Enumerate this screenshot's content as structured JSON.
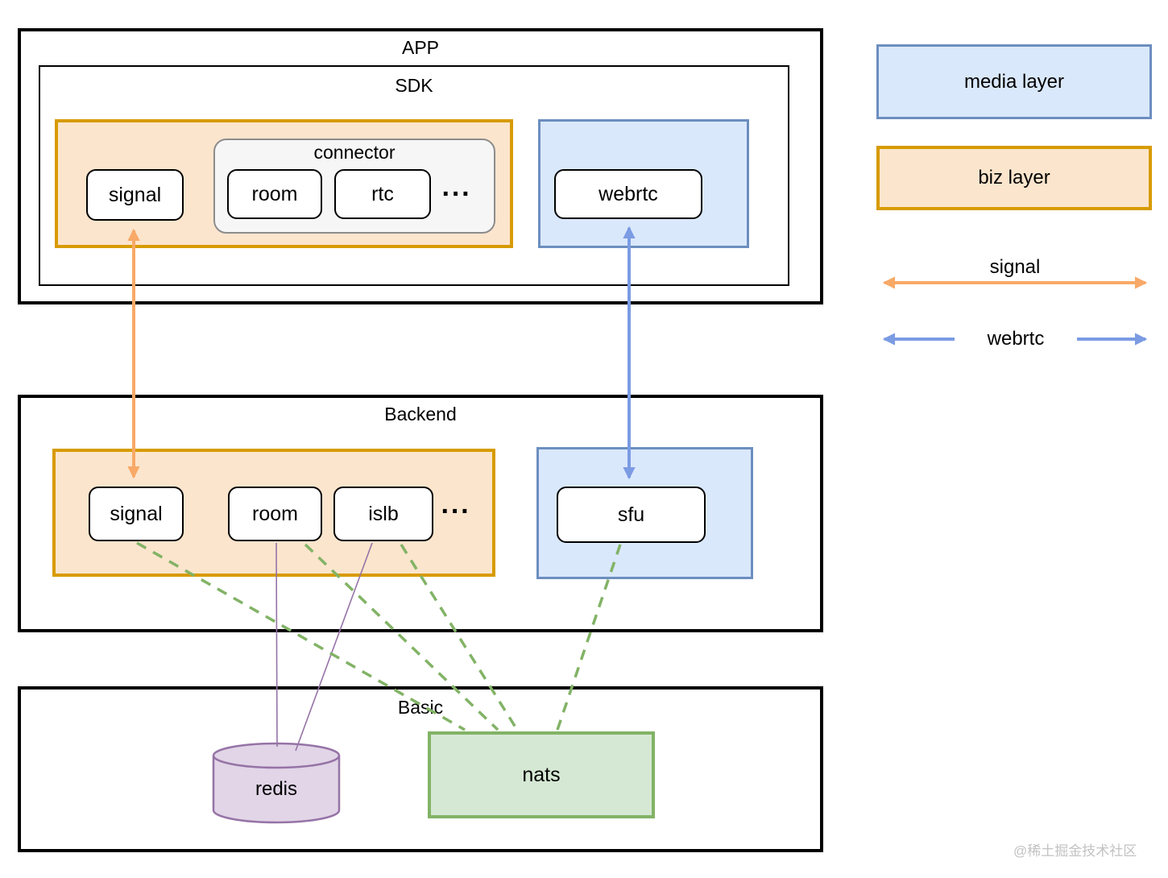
{
  "app": {
    "title": "APP",
    "sdk": {
      "title": "SDK",
      "biz": {
        "signal": "signal",
        "connector": {
          "title": "connector",
          "room": "room",
          "rtc": "rtc",
          "more": "···"
        }
      },
      "media": {
        "webrtc": "webrtc"
      }
    }
  },
  "backend": {
    "title": "Backend",
    "biz": {
      "signal": "signal",
      "room": "room",
      "islb": "islb",
      "more": "···"
    },
    "media": {
      "sfu": "sfu"
    }
  },
  "basic": {
    "title": "Basic",
    "redis": "redis",
    "nats": "nats"
  },
  "legend": {
    "media_label": "media layer",
    "biz_label": "biz layer",
    "signal_label": "signal",
    "webrtc_label": "webrtc"
  },
  "watermark": "@稀土掘金技术社区",
  "colors": {
    "biz_fill": "#FCE5CD",
    "biz_border": "#D79B00",
    "media_fill": "#DAE8FC",
    "media_border": "#6C8EBF",
    "nats_fill": "#D5E8D4",
    "nats_border": "#82B366",
    "redis_fill": "#E1D5E7",
    "redis_border": "#9673A6",
    "signal_arrow": "#F8A967",
    "webrtc_arrow": "#7B9BE3",
    "green_dash": "#82B366",
    "purple_line": "#9673A6"
  }
}
